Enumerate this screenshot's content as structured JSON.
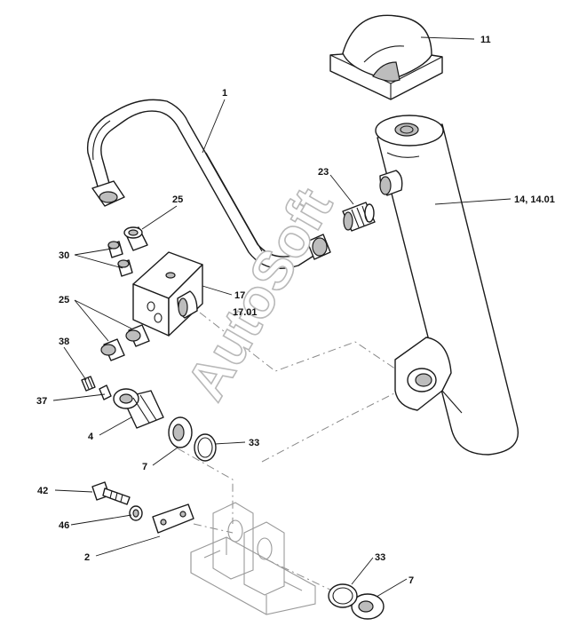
{
  "watermark": "AutoSoft",
  "labels": {
    "l1": "1",
    "l11": "11",
    "l23": "23",
    "l14": "14, 14.01",
    "l25a": "25",
    "l30": "30",
    "l17": "17",
    "l1701": "17.01",
    "l25b": "25",
    "l38": "38",
    "l37": "37",
    "l4": "4",
    "l33a": "33",
    "l7a": "7",
    "l42": "42",
    "l46": "46",
    "l2": "2",
    "l33b": "33",
    "l7b": "7"
  }
}
